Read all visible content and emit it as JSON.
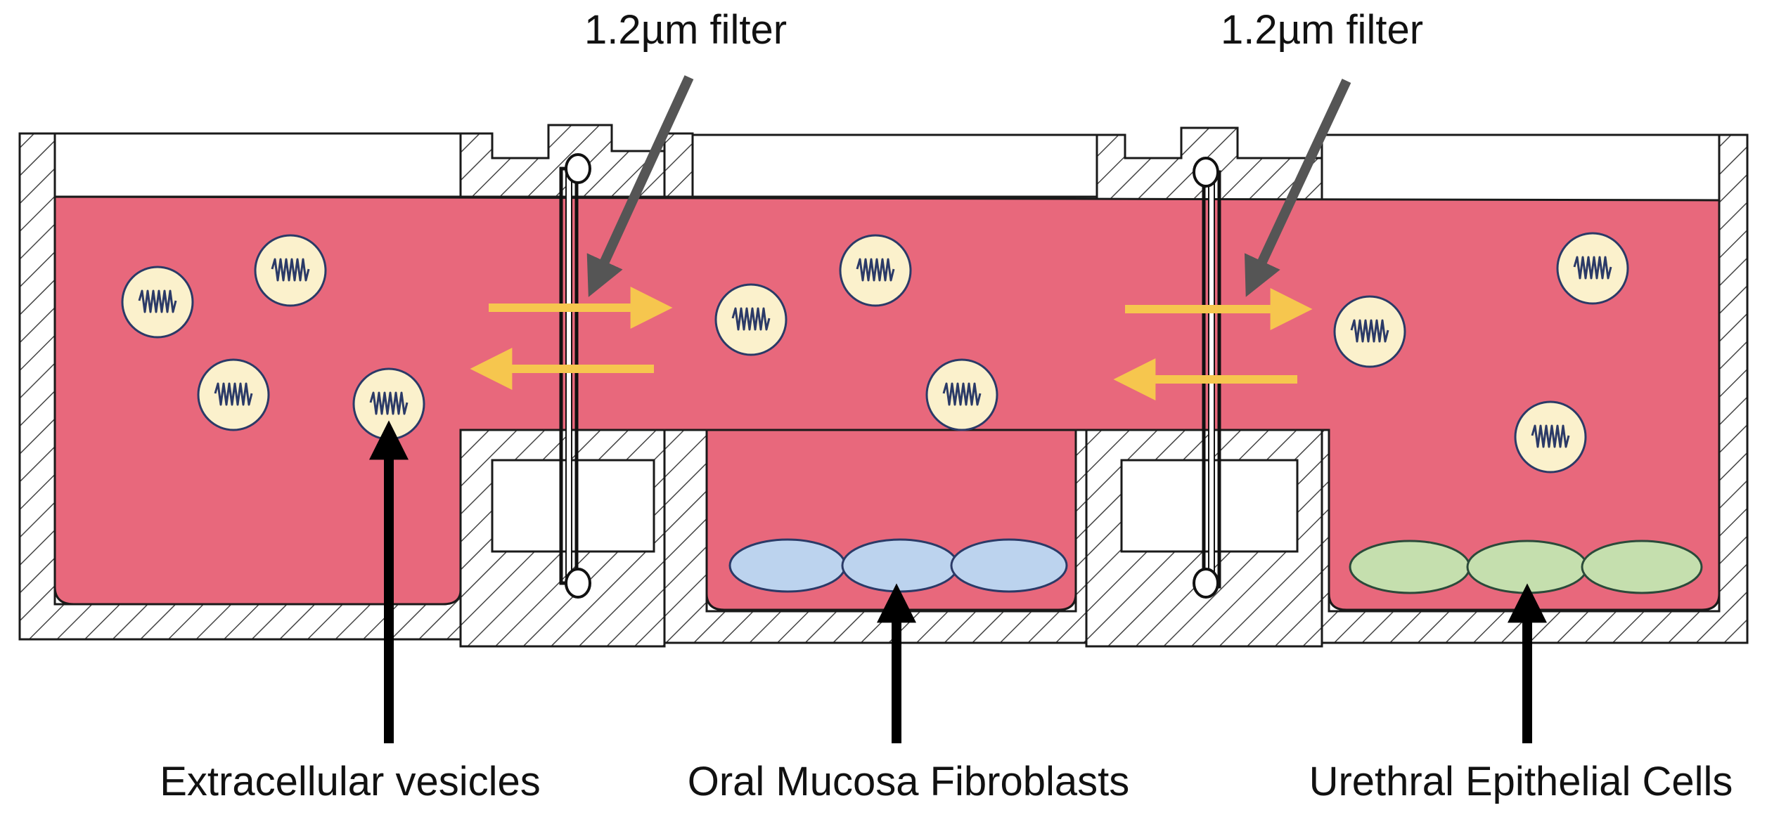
{
  "labels": {
    "filter_left": "1.2µm filter",
    "filter_right": "1.2µm filter",
    "vesicles": "Extracellular vesicles",
    "fibroblasts": "Oral Mucosa Fibroblasts",
    "epithelial": "Urethral Epithelial Cells"
  },
  "colors": {
    "medium": "#E8687C",
    "outline": "#1a1a1a",
    "hatch": "#444444",
    "flow_arrow": "#F6C64E",
    "filter_pointer": "#555555",
    "label_pointer": "#000000",
    "vesicle_fill": "#FBF1CC",
    "vesicle_stroke": "#2b3a67",
    "fibroblast_fill": "#BCD3EE",
    "fibroblast_stroke": "#2b3a67",
    "epithelial_fill": "#C5DFAE",
    "epithelial_stroke": "#2b4a3a"
  }
}
